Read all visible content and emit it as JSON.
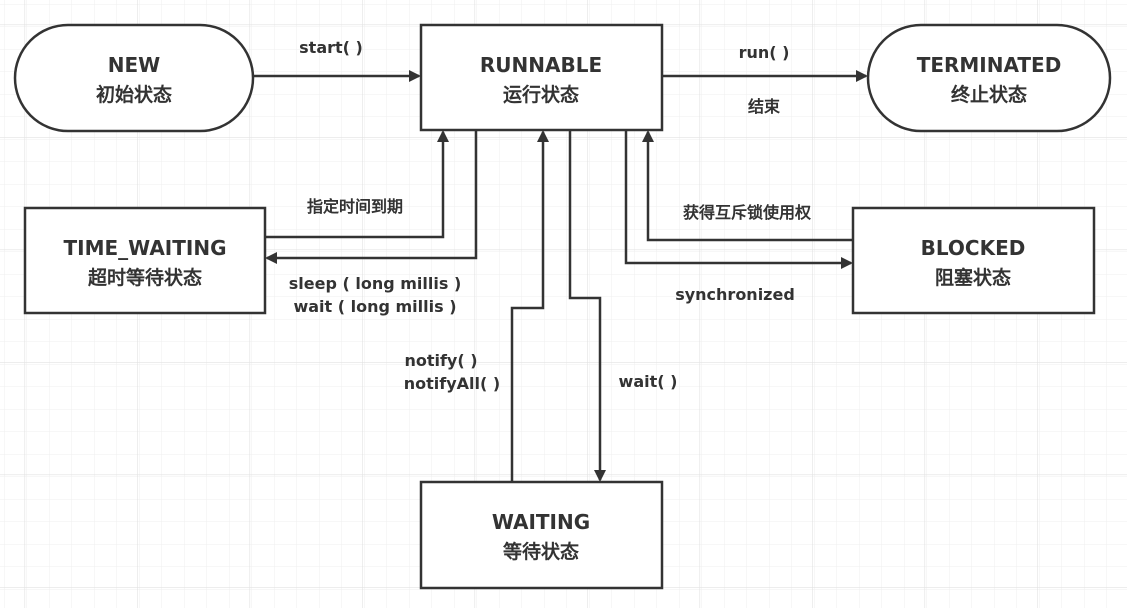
{
  "states": {
    "new": {
      "name": "NEW",
      "cn": "初始状态"
    },
    "runnable": {
      "name": "RUNNABLE",
      "cn": "运行状态"
    },
    "terminated": {
      "name": "TERMINATED",
      "cn": "终止状态"
    },
    "time_waiting": {
      "name": "TIME_WAITING",
      "cn": "超时等待状态"
    },
    "blocked": {
      "name": "BLOCKED",
      "cn": "阻塞状态"
    },
    "waiting": {
      "name": "WAITING",
      "cn": "等待状态"
    }
  },
  "transitions": {
    "start": "start( )",
    "run": "run( )",
    "run_end": "结束",
    "timeout": "指定时间到期",
    "sleep": "sleep ( long millis )",
    "wait_timed": "wait ( long millis )",
    "acquire_lock": "获得互斥锁使用权",
    "synchronized": "synchronized",
    "notify": "notify( )",
    "notify_all": "notifyAll( )",
    "wait": "wait( )"
  },
  "colors": {
    "stroke": "#333333",
    "grid_minor": "#eeeeee",
    "grid_major": "#e2e2e2"
  }
}
